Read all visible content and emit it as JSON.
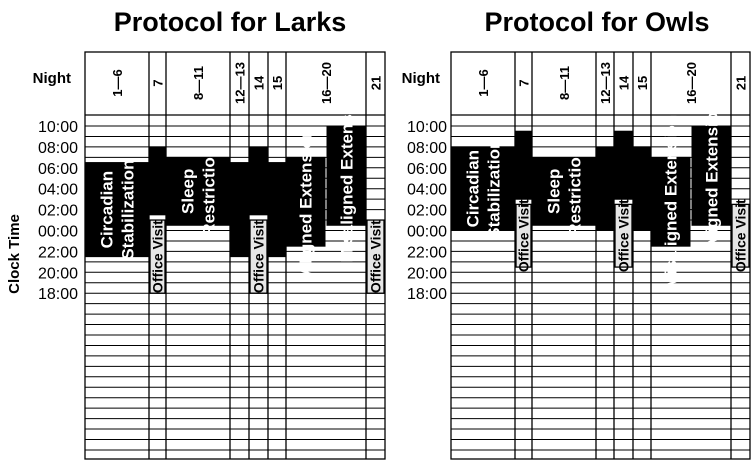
{
  "y_axis_label": "Clock Time",
  "night_header": "Night",
  "y_ticks": [
    "10:00",
    "08:00",
    "06:00",
    "04:00",
    "02:00",
    "00:00",
    "22:00",
    "20:00",
    "18:00"
  ],
  "colors": {
    "block": "#000000",
    "visit_fill": "#e6e6e6",
    "grid": "#000000",
    "block_text": "#ffffff"
  },
  "panels": [
    {
      "id": "larks",
      "title": "Protocol for Larks",
      "night_labels": [
        "1—6",
        "7",
        "8—11",
        "12—13",
        "14",
        "15",
        "16—20",
        "21"
      ],
      "blocks": [
        {
          "night": "1—6",
          "start": "21:30",
          "end": "06:30",
          "lines": [
            "Circadian",
            "Stabilization"
          ]
        },
        {
          "night": "7",
          "start": "01:30",
          "end": "08:00",
          "lines": []
        },
        {
          "night": "8—11",
          "start": "00:30",
          "end": "07:00",
          "lines": [
            "Sleep",
            "Restriction"
          ]
        },
        {
          "night": "12—13",
          "start": "21:30",
          "end": "06:30",
          "lines": []
        },
        {
          "night": "14",
          "start": "01:30",
          "end": "08:00",
          "lines": []
        },
        {
          "night": "15",
          "start": "21:30",
          "end": "06:30",
          "lines": []
        },
        {
          "night": "16—20",
          "start": "22:30",
          "end": "07:00",
          "lines": [
            "Aligned Extension"
          ]
        },
        {
          "night": "16—20",
          "start": "00:30",
          "end": "10:00",
          "lines": [
            "Misaligned Extension"
          ]
        }
      ],
      "visits": [
        {
          "night": "7",
          "start": "18:00",
          "end": "01:00",
          "label": "Office Visit"
        },
        {
          "night": "14",
          "start": "18:00",
          "end": "01:00",
          "label": "Office Visit"
        },
        {
          "night": "21",
          "start": "18:00",
          "end": "01:00",
          "label": "Office Visit"
        }
      ]
    },
    {
      "id": "owls",
      "title": "Protocol for Owls",
      "night_labels": [
        "1—6",
        "7",
        "8—11",
        "12—13",
        "14",
        "15",
        "16—20",
        "21"
      ],
      "blocks": [
        {
          "night": "1—6",
          "start": "00:00",
          "end": "08:00",
          "lines": [
            "Circadian",
            "Stabilization"
          ]
        },
        {
          "night": "7",
          "start": "03:00",
          "end": "09:30",
          "lines": []
        },
        {
          "night": "8—11",
          "start": "00:30",
          "end": "07:00",
          "lines": [
            "Sleep",
            "Restriction"
          ]
        },
        {
          "night": "12—13",
          "start": "00:00",
          "end": "08:00",
          "lines": []
        },
        {
          "night": "14",
          "start": "03:00",
          "end": "09:30",
          "lines": []
        },
        {
          "night": "15",
          "start": "00:00",
          "end": "08:00",
          "lines": []
        },
        {
          "night": "16—20",
          "start": "22:30",
          "end": "07:00",
          "lines": [
            "Misaligned Extension"
          ]
        },
        {
          "night": "16—20",
          "start": "00:30",
          "end": "10:00",
          "lines": [
            "Aligned Extension"
          ]
        }
      ],
      "visits": [
        {
          "night": "7",
          "start": "20:30",
          "end": "02:30",
          "label": "Office Visit"
        },
        {
          "night": "14",
          "start": "20:30",
          "end": "02:30",
          "label": "Office Visit"
        },
        {
          "night": "21",
          "start": "20:30",
          "end": "02:30",
          "label": "Office Visit"
        }
      ]
    }
  ]
}
